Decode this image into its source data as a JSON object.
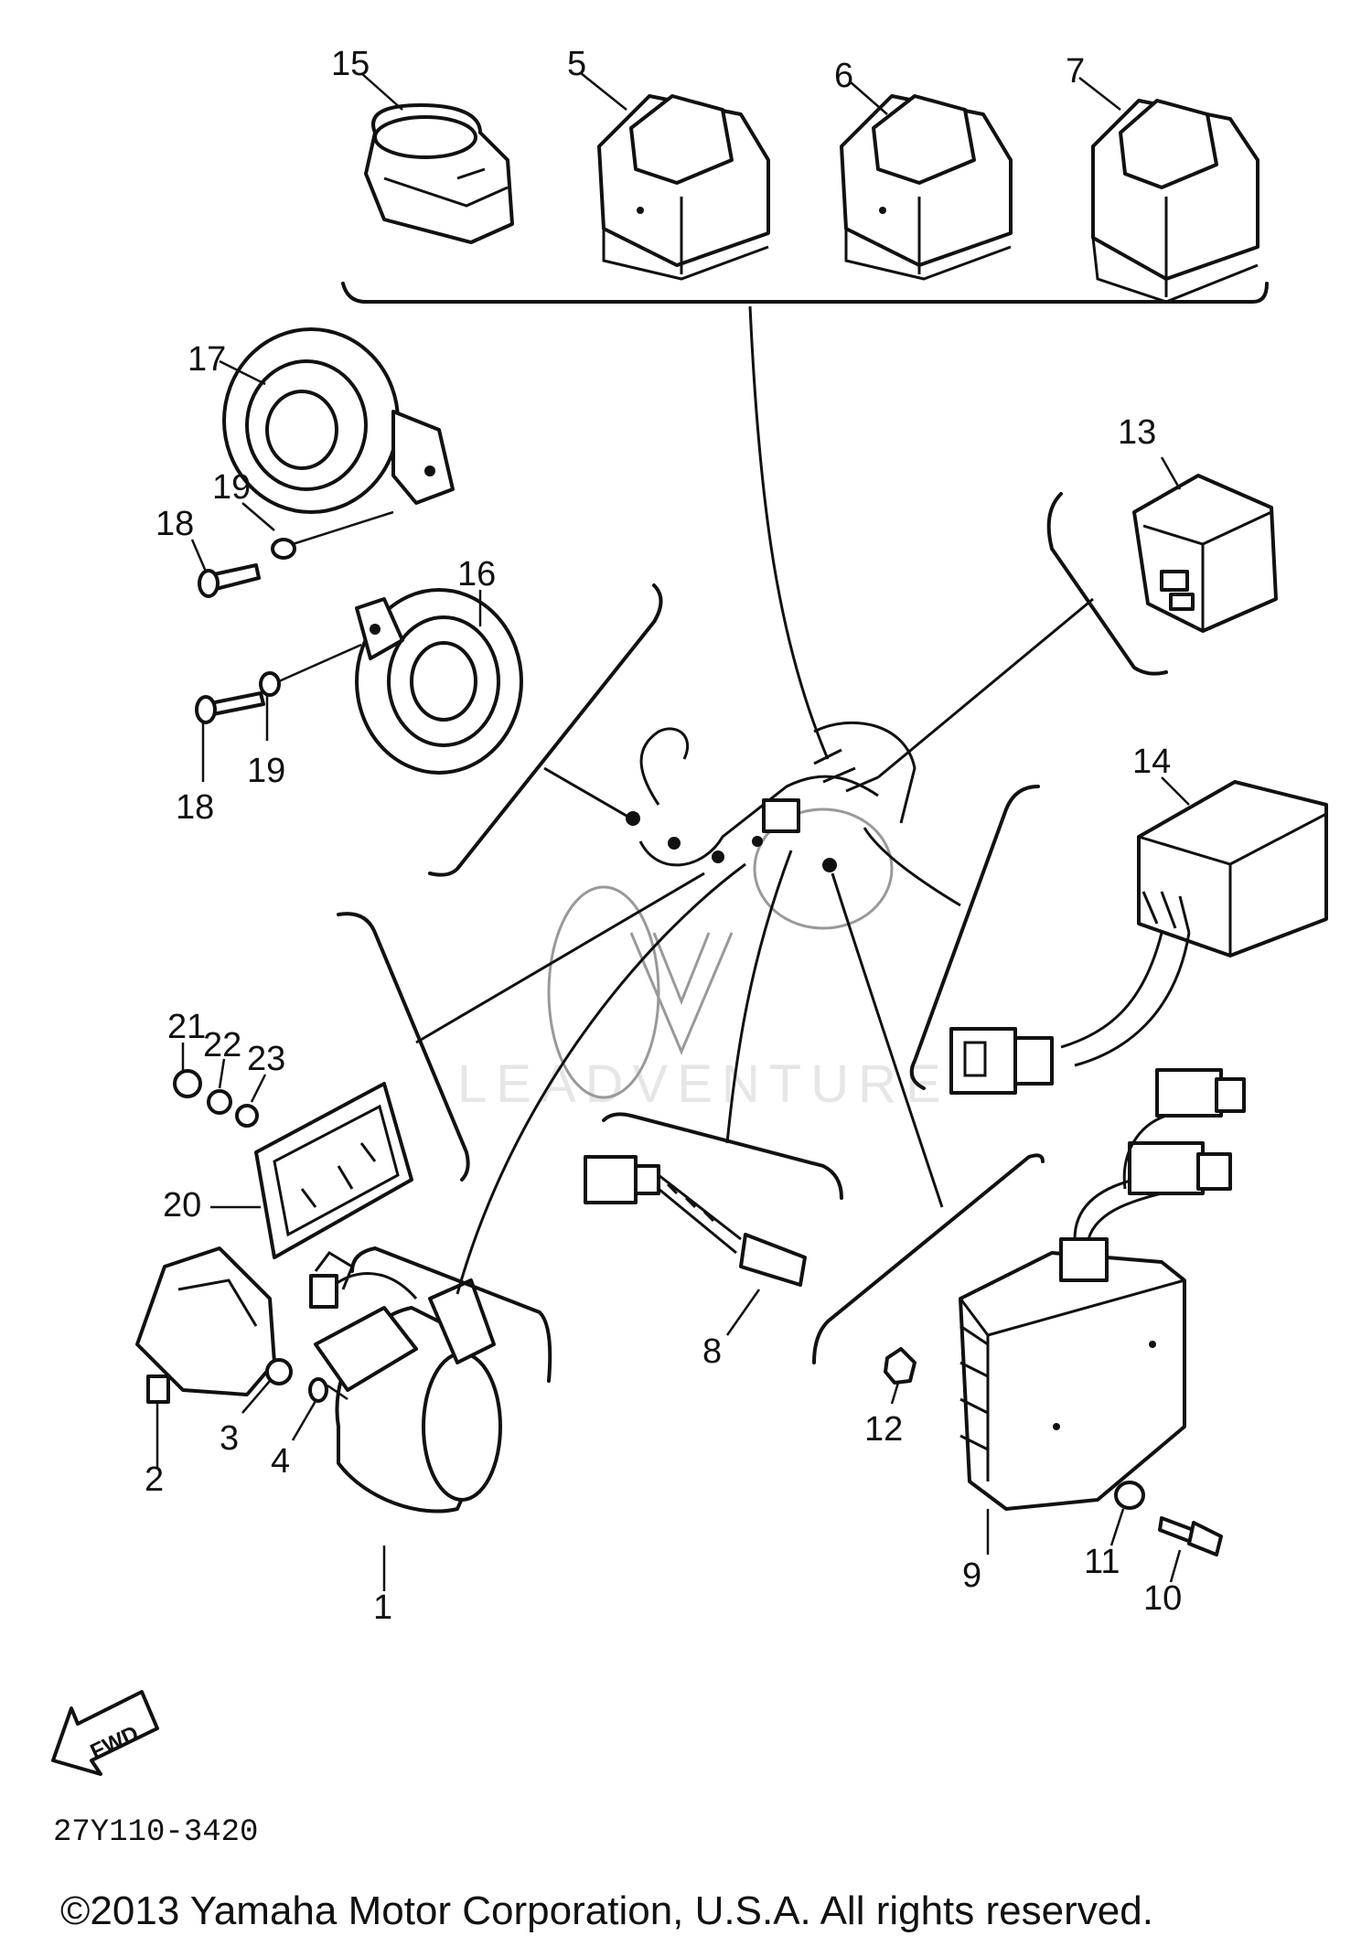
{
  "callouts": [
    "1",
    "2",
    "3",
    "4",
    "5",
    "6",
    "7",
    "8",
    "9",
    "10",
    "11",
    "12",
    "13",
    "14",
    "15",
    "16",
    "17",
    "18",
    "18",
    "19",
    "19",
    "20",
    "21",
    "22",
    "23"
  ],
  "direction_label": "FWD",
  "watermark": "LEADVENTURE",
  "diagram_code": "27Y110-3420",
  "copyright": "©2013 Yamaha Motor Corporation, U.S.A. All rights reserved."
}
